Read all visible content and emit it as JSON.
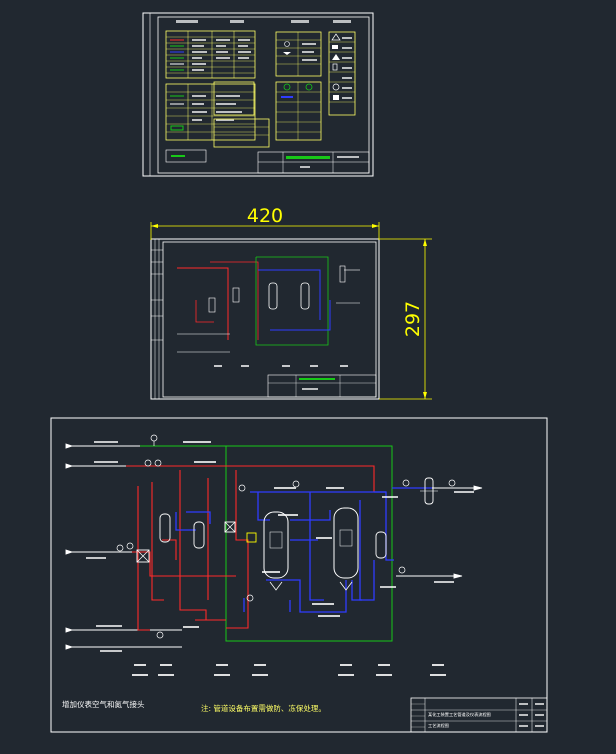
{
  "colors": {
    "background": "#212830",
    "frame": "#ffffff",
    "gas_line": "#ff2a2a",
    "liquid_line": "#2f3cff",
    "green_line": "#18c818",
    "dimension": "#ffff00",
    "label": "#ffffff",
    "note": "#ffff66"
  },
  "sheet_mid": {
    "dim_width": "420",
    "dim_height": "297"
  },
  "sheet_bottom": {
    "left_note": "增加仪表空气和氮气接头",
    "note": "注: 管道设备布置需做防、冻保处理。",
    "title_block_line1": "某化工装置工艺管道及仪表流程图",
    "title_block_line2": "工艺流程图"
  }
}
